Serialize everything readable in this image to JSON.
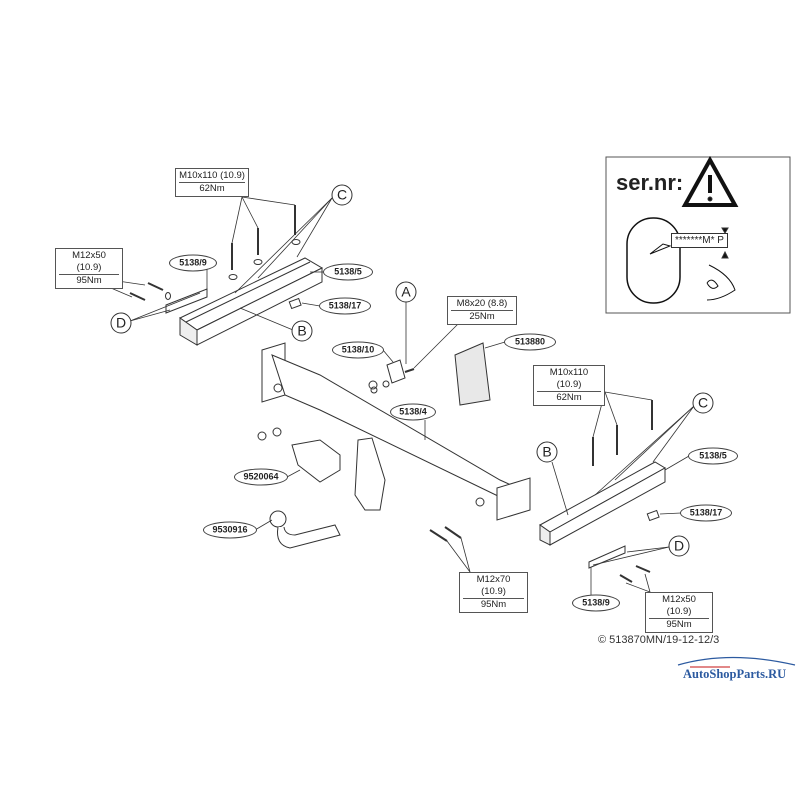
{
  "title": "Towbar installation diagram",
  "colors": {
    "line": "#333333",
    "watermark": "#2c5aa0",
    "watermark_swoosh": "#d04040"
  },
  "bolt_specs": {
    "left_top": {
      "size": "M10x110 (10.9)",
      "torque": "62Nm"
    },
    "left_side": {
      "size": "M12x50 (10.9)",
      "torque": "95Nm"
    },
    "bracket": {
      "size": "M8x20 (8.8)",
      "torque": "25Nm"
    },
    "right_top": {
      "size": "M10x110 (10.9)",
      "torque": "62Nm"
    },
    "center": {
      "size": "M12x70 (10.9)",
      "torque": "95Nm"
    },
    "right_side": {
      "size": "M12x50 (10.9)",
      "torque": "95Nm"
    }
  },
  "part_numbers": {
    "plate_left": "5138/9",
    "rail_left": "5138/5",
    "washer_left": "5138/17",
    "bracket": "5138/10",
    "kit": "513880",
    "crossbeam": "5138/4",
    "rail_right": "5138/5",
    "socket_plate": "9520064",
    "washer_right": "5138/17",
    "towball": "9530916",
    "plate_right": "5138/9"
  },
  "refs": {
    "a": "A",
    "b": "B",
    "c": "C",
    "d": "D"
  },
  "serial_box": {
    "label": "ser.nr:",
    "serial": "*******M* P",
    "icon": "warning-triangle-icon"
  },
  "footer": {
    "copyright": "© 513870MN/19-12-12/3",
    "watermark": "AutoShopParts.RU"
  }
}
